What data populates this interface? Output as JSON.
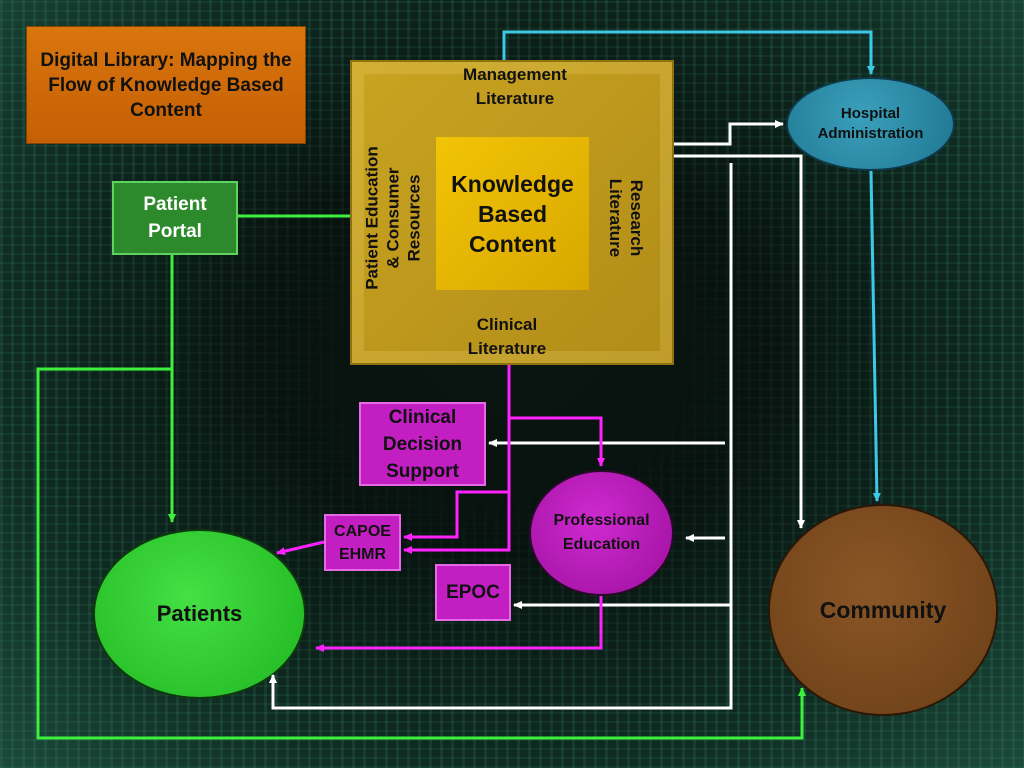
{
  "title": "Digital Library: Mapping the Flow of Knowledge Based  Content",
  "patient_portal": "Patient\nPortal",
  "knowledge_square": {
    "center": "Knowledge\nBased\nContent",
    "top": "Management\nLiterature",
    "bottom": "Clinical\nLiterature",
    "left": "Patient Education\n& Consumer\nResources",
    "right": "Research\nLiterature"
  },
  "clinical_decision_support": "Clinical\nDecision\n Support",
  "capoe_ehmr": "CAPOE\nEHMR",
  "epoc": "EPOC",
  "professional_education": "Professional\nEducation",
  "hospital_administration": "Hospital\nAdministration",
  "patients": "Patients",
  "community": "Community",
  "colors": {
    "title_box": "#cf6a08",
    "patient_portal": "#2c8a2c",
    "knowledge_outer": "#c29d1f",
    "knowledge_inner": "#f0c000",
    "magenta": "#c21ec2",
    "hospital": "#2a8aa6",
    "patients": "#35d035",
    "community": "#7a4a1f",
    "green_line": "#3cf03c",
    "cyan_line": "#3ec8e8",
    "magenta_line": "#ff22ff",
    "white_line": "#ffffff"
  }
}
